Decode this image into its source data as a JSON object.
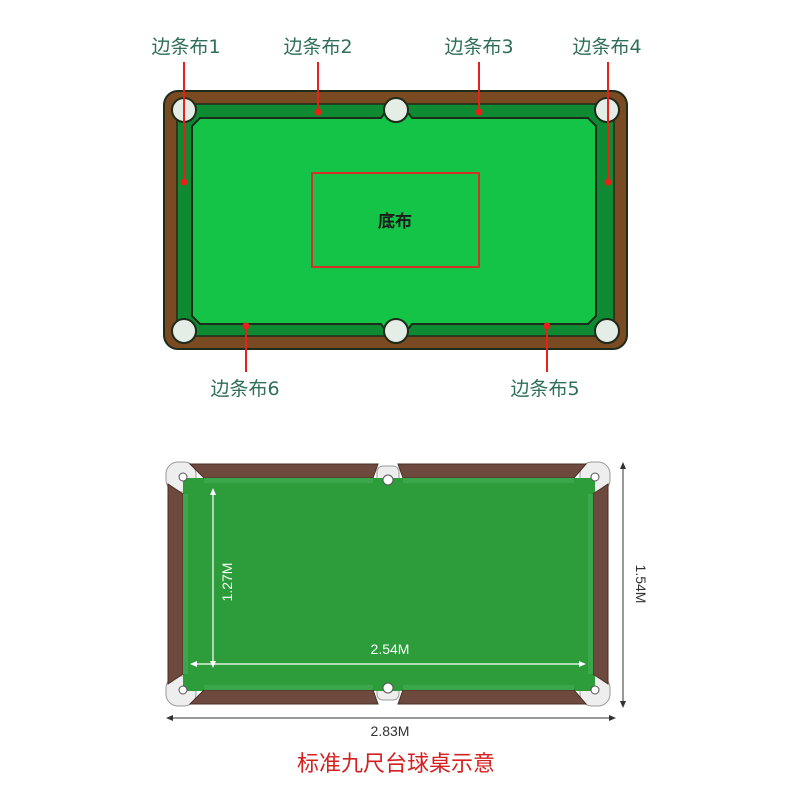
{
  "top_diagram": {
    "rail_labels": {
      "rail1": "边条布1",
      "rail2": "边条布2",
      "rail3": "边条布3",
      "rail4": "边条布4",
      "rail5": "边条布5",
      "rail6": "边条布6"
    },
    "center_label": "底布"
  },
  "bottom_diagram": {
    "dims": {
      "inner_height": "1.27M",
      "inner_width": "2.54M",
      "outer_height": "1.54M",
      "outer_width": "2.83M"
    }
  },
  "caption": "标准九尺台球桌示意",
  "colors": {
    "frame_brown": "#7a4a22",
    "felt_green": "#14c447",
    "cushion_green": "#0e8a33",
    "dark_edge": "#1e2a1a",
    "marker_red": "#e8201a",
    "label_teal": "#2f6e5a",
    "bottom_felt": "#2d9c3a",
    "bottom_rail": "#6e4a3e"
  }
}
